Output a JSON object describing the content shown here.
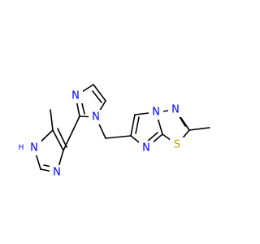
{
  "colors": {
    "N": "#0000FF",
    "S": "#B8A200",
    "bond": "#000000",
    "background": "#FFFFFF"
  },
  "atoms": {
    "n_imz_nh": {
      "element": "N",
      "label": "N",
      "h_label": "H"
    },
    "n_imz_ring": {
      "element": "N",
      "label": "N"
    },
    "n_im2_upper": {
      "element": "N",
      "label": "N"
    },
    "n_im2_lower": {
      "element": "N",
      "label": "N"
    },
    "n_fused_bridge": {
      "element": "N",
      "label": "N"
    },
    "n_fused_imine": {
      "element": "N",
      "label": "N"
    },
    "n_thiadiazole": {
      "element": "N",
      "label": "N"
    },
    "s_thiadiazole": {
      "element": "S",
      "label": "S"
    }
  }
}
